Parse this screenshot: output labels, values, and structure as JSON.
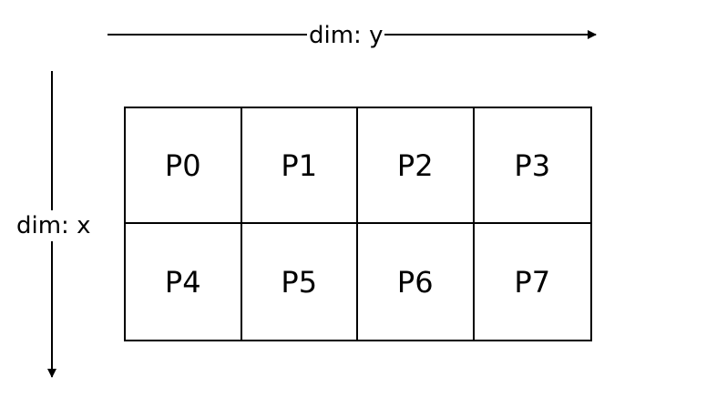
{
  "axes": {
    "y_label": "dim: y",
    "x_label": "dim: x"
  },
  "devices": [
    "P0",
    "P1",
    "P2",
    "P3",
    "P4",
    "P5",
    "P6",
    "P7"
  ]
}
